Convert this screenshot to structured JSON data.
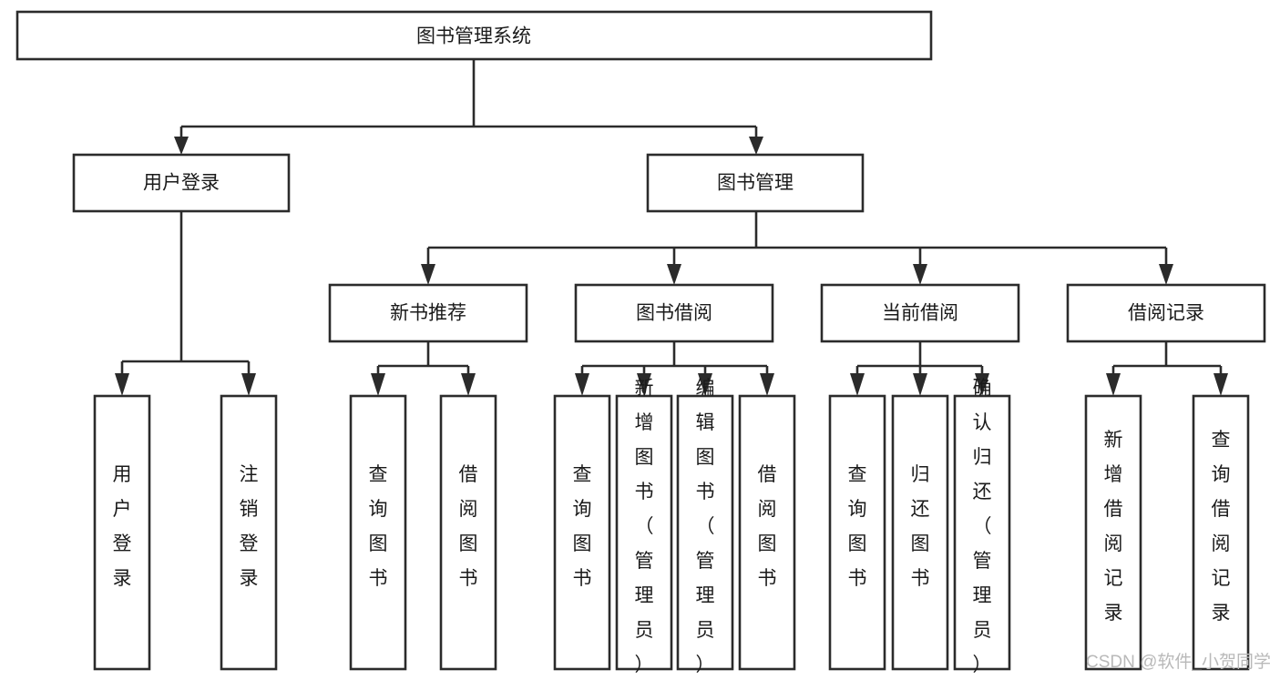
{
  "diagram": {
    "title": "图书管理系统",
    "type": "tree",
    "root": {
      "id": "root",
      "label": "图书管理系统"
    },
    "level2": [
      {
        "id": "user-login",
        "label": "用户登录"
      },
      {
        "id": "book-manage",
        "label": "图书管理"
      }
    ],
    "level3": [
      {
        "id": "new-book-recommend",
        "label": "新书推荐"
      },
      {
        "id": "book-borrow",
        "label": "图书借阅"
      },
      {
        "id": "current-borrow",
        "label": "当前借阅"
      },
      {
        "id": "borrow-record",
        "label": "借阅记录"
      }
    ],
    "leaves": {
      "user_login": [
        {
          "id": "leaf-user-login",
          "label": "用户登录"
        },
        {
          "id": "leaf-logout-login",
          "label": "注销登录"
        }
      ],
      "new_book_recommend": [
        {
          "id": "leaf-query-book-1",
          "label": "查询图书"
        },
        {
          "id": "leaf-borrow-book-1",
          "label": "借阅图书"
        }
      ],
      "book_borrow": [
        {
          "id": "leaf-query-book-2",
          "label": "查询图书"
        },
        {
          "id": "leaf-add-book",
          "label": "新增图书（管理员）"
        },
        {
          "id": "leaf-edit-book",
          "label": "编辑图书（管理员）"
        },
        {
          "id": "leaf-borrow-book-2",
          "label": "借阅图书"
        }
      ],
      "current_borrow": [
        {
          "id": "leaf-query-book-3",
          "label": "查询图书"
        },
        {
          "id": "leaf-return-book",
          "label": "归还图书"
        },
        {
          "id": "leaf-confirm-return",
          "label": "确认归还（管理员）"
        }
      ],
      "borrow_record": [
        {
          "id": "leaf-add-borrow-record",
          "label": "新增借阅记录"
        },
        {
          "id": "leaf-query-borrow-record",
          "label": "查询借阅记录"
        }
      ]
    },
    "colors": {
      "stroke": "#2b2b2b",
      "fill": "#ffffff",
      "text": "#1a1a1a",
      "watermark": "#b9b9b9"
    }
  },
  "watermark": {
    "text": "CSDN @软件_小贺同学"
  }
}
